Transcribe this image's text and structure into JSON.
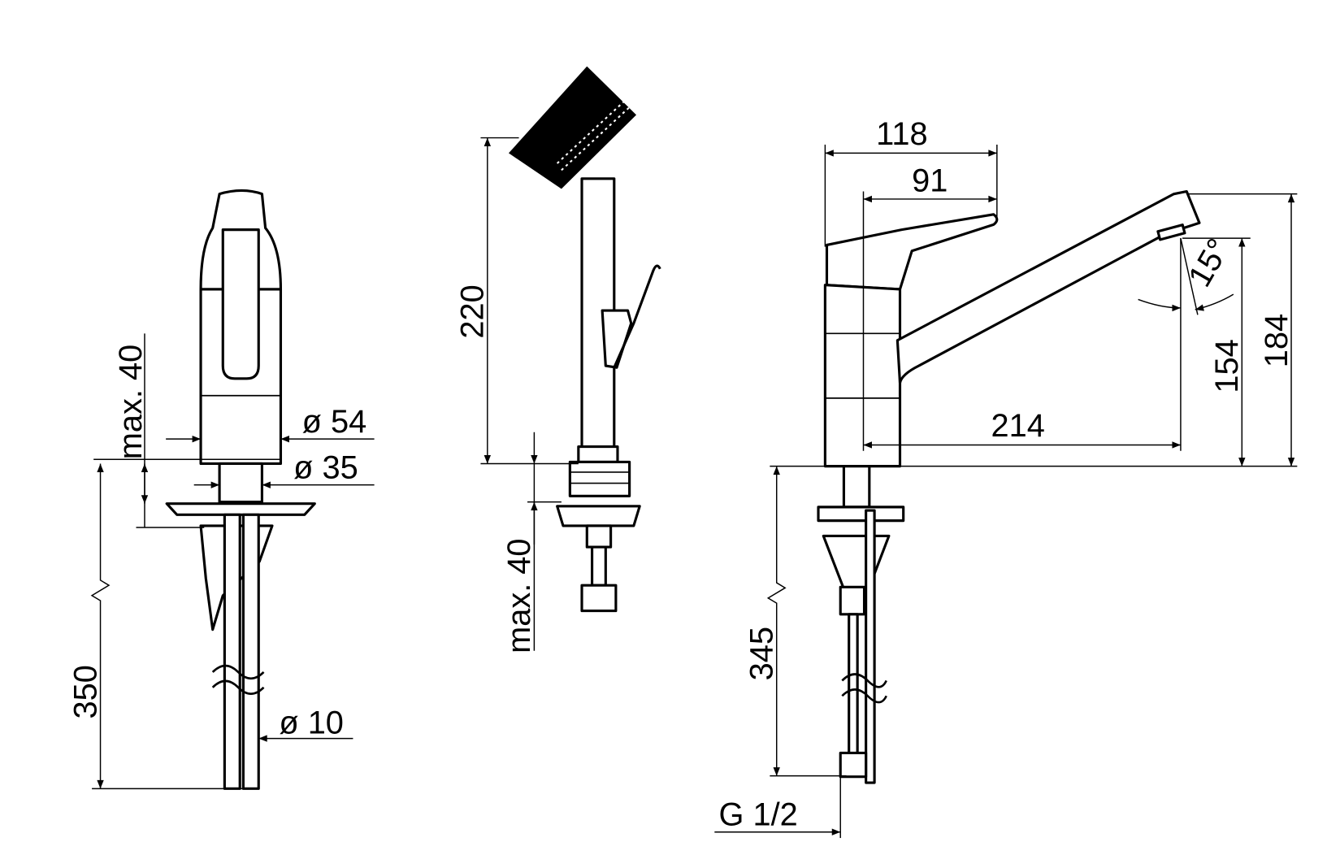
{
  "front_view": {
    "max_install_thickness": "max. 40",
    "body_diameter": "ø 54",
    "base_diameter": "ø 35",
    "hose_length": "350",
    "hose_diameter": "ø 10"
  },
  "side_view": {
    "height_to_lever": "220",
    "max_install_thickness": "max. 40"
  },
  "profile_view": {
    "lever_length": "118",
    "lever_offset": "91",
    "spout_angle": "15°",
    "spout_outlet_height": "154",
    "total_height": "184",
    "spout_reach": "214",
    "hose_length": "345",
    "connection_thread": "G 1/2"
  },
  "colors": {
    "line": "#000000",
    "background": "#ffffff"
  }
}
